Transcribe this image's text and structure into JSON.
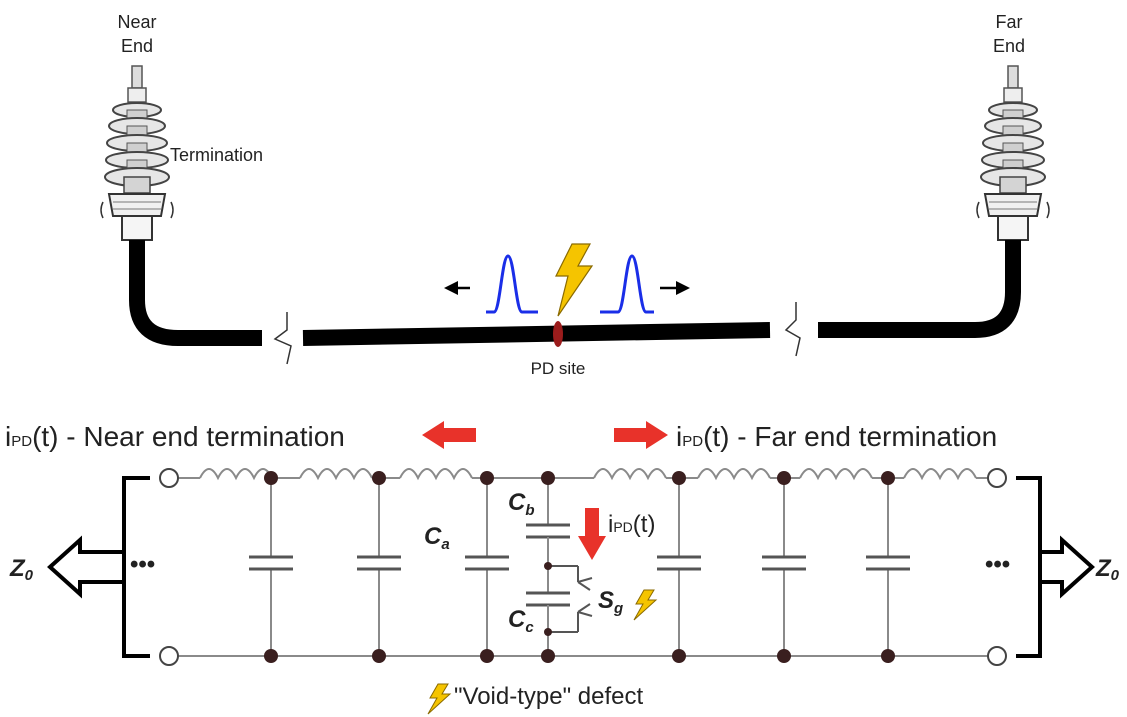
{
  "labels": {
    "near_end_line1": "Near",
    "near_end_line2": "End",
    "far_end_line1": "Far",
    "far_end_line2": "End",
    "termination": "Termination",
    "pd_site": "PD site",
    "near_current_prefix": "i",
    "near_current_sub": "PD",
    "near_current_suffix": "(t) - Near end termination",
    "far_current_prefix": "i",
    "far_current_sub": "PD",
    "far_current_suffix": "(t) - Far end termination",
    "center_current_prefix": "i",
    "center_current_sub": "PD",
    "center_current_suffix": "(t)",
    "ca": "C",
    "ca_sub": "a",
    "cb": "C",
    "cb_sub": "b",
    "cc": "C",
    "cc_sub": "c",
    "sg": "S",
    "sg_sub": "g",
    "z0_left": "Z",
    "z0_left_sub": "0",
    "z0_right": "Z",
    "z0_right_sub": "0",
    "ellipsis_left": "•••",
    "ellipsis_right": "•••",
    "void_defect": "\"Void-type\" defect"
  },
  "colors": {
    "cable": "#000000",
    "pulse": "#1a2ee8",
    "lightning": "#f5c400",
    "arrow_red": "#e8322a",
    "pd_site": "#9b1c1c",
    "node": "#3a1f1f",
    "wire": "#8a8a8a",
    "insulator": "#bdbdbd"
  }
}
